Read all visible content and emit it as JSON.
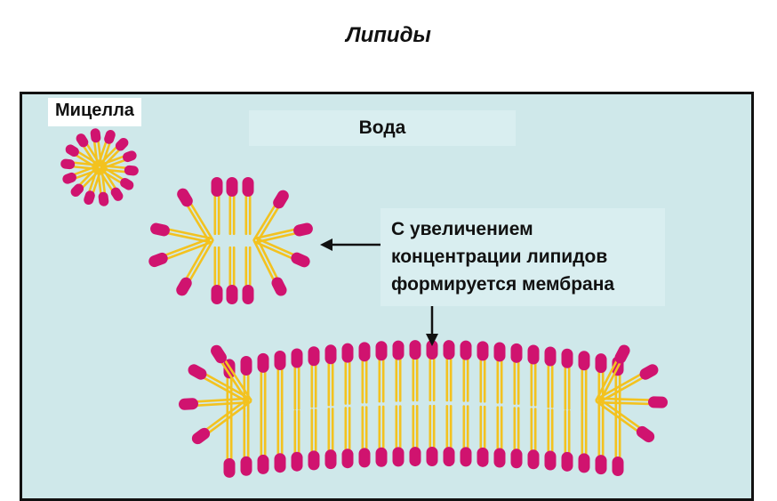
{
  "title": "Липиды",
  "labels": {
    "micelle": "Мицелла",
    "water": "Вода",
    "caption": [
      "С увеличением",
      "концентрации липидов",
      "формируется мембрана"
    ]
  },
  "colors": {
    "head": "#d0136f",
    "tail": "#f3c21f",
    "water": "#cfe8ea",
    "arrow": "#111111"
  }
}
